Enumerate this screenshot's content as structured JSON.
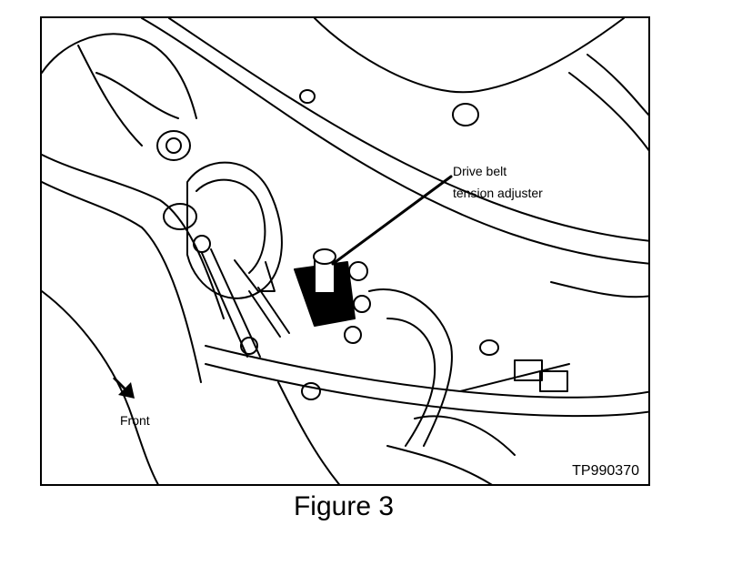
{
  "callout": {
    "line1": "Drive belt",
    "line2": "tension  adjuster"
  },
  "direction_label": "Front",
  "reference_code": "TP990370",
  "caption": "Figure 3",
  "colors": {
    "ink": "#000000",
    "paper": "#ffffff"
  },
  "icons": {
    "direction": "arrow-down-right-icon"
  }
}
